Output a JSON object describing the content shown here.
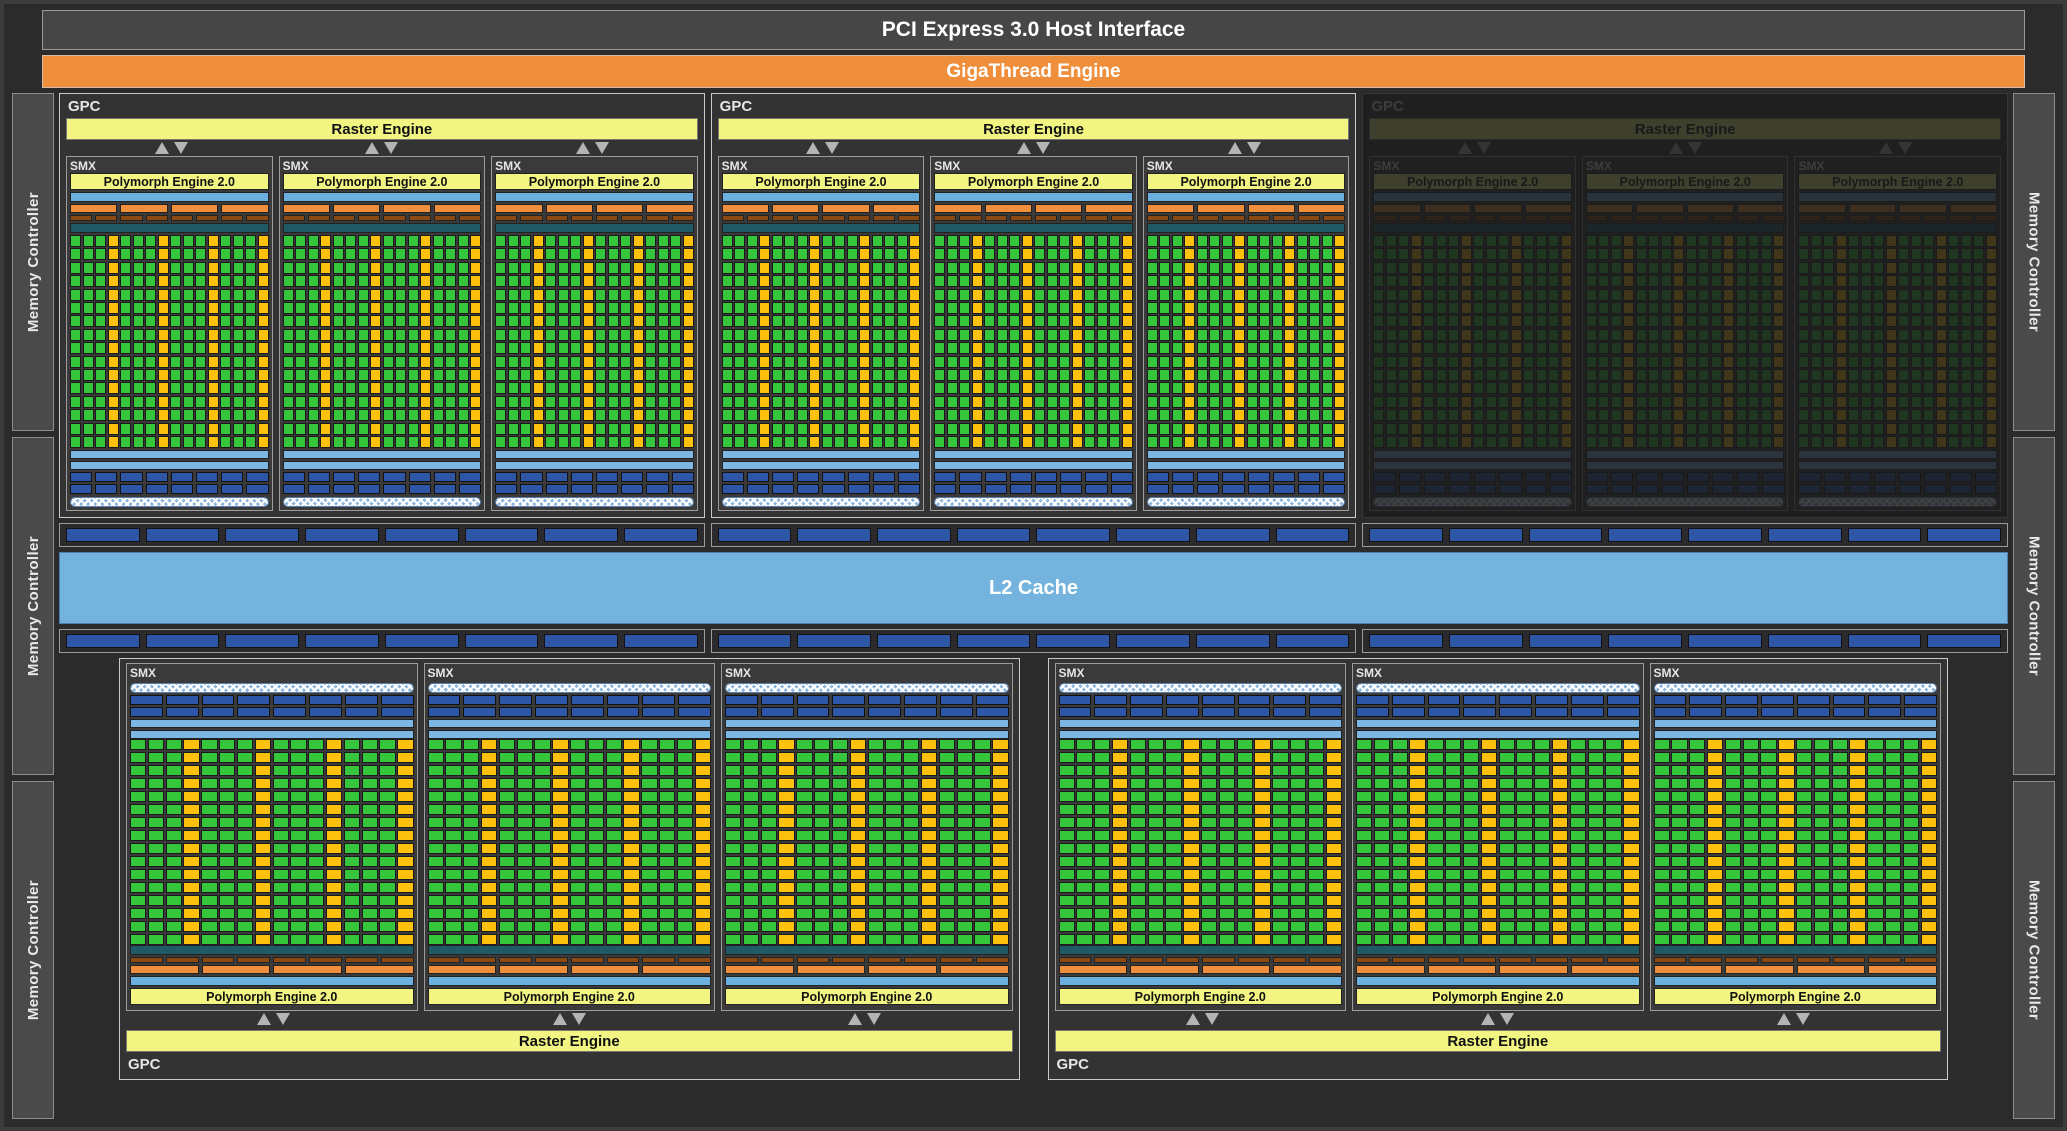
{
  "header": {
    "pcie_label": "PCI Express 3.0 Host Interface",
    "gigathread_label": "GigaThread Engine"
  },
  "colors": {
    "background": "#2b2b2b",
    "gigathread": "#ef8f3c",
    "raster_engine": "#f2f582",
    "polymorph_engine": "#f2f582",
    "cuda_core": "#36c63c",
    "ld_st_unit": "#fcc10d",
    "register_file": "#1f5a66",
    "warp_scheduler": "#6aafdd",
    "dispatch_unit": "#ef8f3c",
    "dispatch_unit_alt": "#8a4a12",
    "texture_unit": "#2d56a6",
    "lsu": "#7cb6e2",
    "rop": "#2d56a6",
    "l2_cache": "#74b3de",
    "memory_controller": "#4a4a4a"
  },
  "memory_controllers": {
    "label": "Memory Controller",
    "left_count": 3,
    "right_count": 3
  },
  "labels": {
    "gpc": "GPC",
    "smx": "SMX",
    "raster_engine": "Raster Engine",
    "polymorph_engine": "Polymorph Engine 2.0",
    "l2_cache": "L2 Cache"
  },
  "smx_spec": {
    "core_rows": 16,
    "core_cols": 16,
    "ld_st_pattern": "every 4th column is an LD/ST (yellow) unit",
    "dispatch_units": 4,
    "dispatch_units_row2": 8,
    "texture_rows": 2,
    "texture_per_row": 8,
    "lsu_bars": 2
  },
  "gpcs_top": [
    {
      "id": "gpc-1",
      "label": "GPC",
      "raster": "Raster Engine",
      "dimmed": false,
      "smx": [
        {
          "label": "SMX",
          "polymorph": "Polymorph Engine 2.0"
        },
        {
          "label": "SMX",
          "polymorph": "Polymorph Engine 2.0"
        },
        {
          "label": "SMX",
          "polymorph": "Polymorph Engine 2.0"
        }
      ]
    },
    {
      "id": "gpc-2",
      "label": "GPC",
      "raster": "Raster Engine",
      "dimmed": false,
      "smx": [
        {
          "label": "SMX",
          "polymorph": "Polymorph Engine 2.0"
        },
        {
          "label": "SMX",
          "polymorph": "Polymorph Engine 2.0"
        },
        {
          "label": "SMX",
          "polymorph": "Polymorph Engine 2.0"
        }
      ]
    },
    {
      "id": "gpc-3",
      "label": "GPC",
      "raster": "Raster Engine",
      "dimmed": true,
      "smx": [
        {
          "label": "SMX",
          "polymorph": "Polymorph Engine 2.0"
        },
        {
          "label": "SMX",
          "polymorph": "Polymorph Engine 2.0"
        },
        {
          "label": "SMX",
          "polymorph": "Polymorph Engine 2.0"
        }
      ]
    }
  ],
  "gpcs_bottom": [
    {
      "id": "gpc-4",
      "label": "GPC",
      "raster": "Raster Engine",
      "dimmed": false,
      "smx": [
        {
          "label": "SMX",
          "polymorph": "Polymorph Engine 2.0"
        },
        {
          "label": "SMX",
          "polymorph": "Polymorph Engine 2.0"
        },
        {
          "label": "SMX",
          "polymorph": "Polymorph Engine 2.0"
        }
      ]
    },
    {
      "id": "gpc-5",
      "label": "GPC",
      "raster": "Raster Engine",
      "dimmed": false,
      "smx": [
        {
          "label": "SMX",
          "polymorph": "Polymorph Engine 2.0"
        },
        {
          "label": "SMX",
          "polymorph": "Polymorph Engine 2.0"
        },
        {
          "label": "SMX",
          "polymorph": "Polymorph Engine 2.0"
        }
      ]
    }
  ],
  "rop_strips": {
    "groups_per_strip": 3,
    "blocks_per_group": 8,
    "strips": 2
  }
}
